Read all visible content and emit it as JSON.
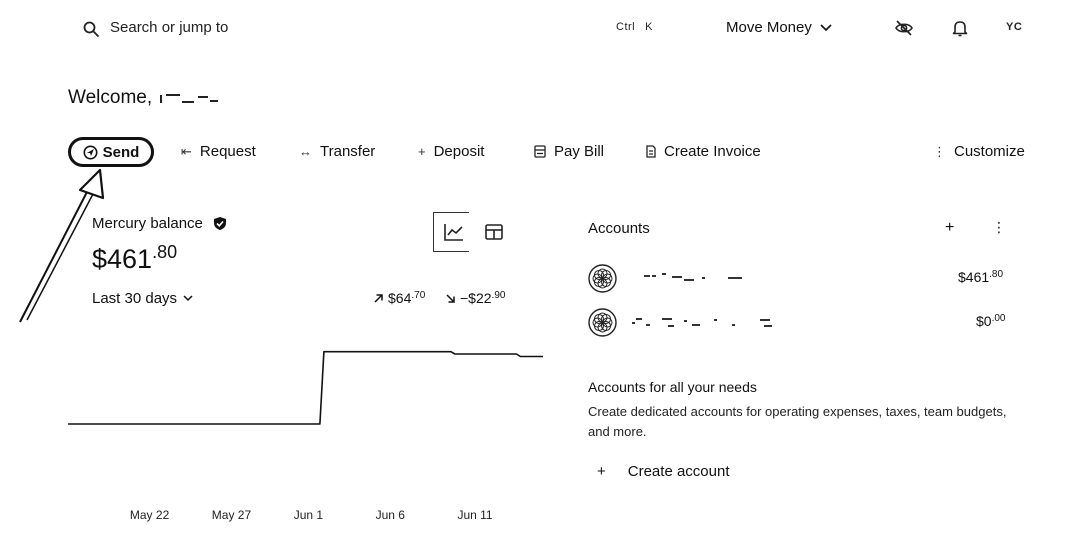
{
  "topbar": {
    "search_placeholder": "Search or jump to",
    "shortcut_ctrl": "Ctrl",
    "shortcut_key": "K",
    "move_money_label": "Move Money",
    "avatar_initials": "YC"
  },
  "welcome": {
    "greeting": "Welcome,"
  },
  "actions": {
    "send": "Send",
    "request": "Request",
    "transfer": "Transfer",
    "deposit": "Deposit",
    "pay_bill": "Pay Bill",
    "create_invoice": "Create Invoice",
    "customize": "Customize",
    "request_glyph": "⇤",
    "transfer_glyph": "↔",
    "deposit_glyph": "+",
    "customize_glyph": "⋮"
  },
  "balance": {
    "title": "Mercury balance",
    "amount_main": "$461",
    "amount_cents": ".80",
    "period": "Last 30 days",
    "inflow_main": "$64",
    "inflow_cents": ".70",
    "outflow_main": "−$22",
    "outflow_cents": ".90"
  },
  "chart_data": {
    "type": "line",
    "x": [
      "May 17",
      "May 22",
      "May 27",
      "Jun 1",
      "Jun 2",
      "Jun 6",
      "Jun 9",
      "Jun 10",
      "Jun 13",
      "Jun 14",
      "Jun 15"
    ],
    "values": [
      0,
      0,
      0,
      0,
      419.9,
      419.9,
      419.9,
      407,
      407,
      392,
      392
    ],
    "ticks": [
      "May 22",
      "May 27",
      "Jun 1",
      "Jun 6",
      "Jun 11"
    ],
    "grid": false
  },
  "accounts": {
    "title": "Accounts",
    "add_glyph": "+",
    "more_glyph": "⋮",
    "items": [
      {
        "balance_main": "$461",
        "balance_cents": ".80"
      },
      {
        "balance_main": "$0",
        "balance_cents": ".00"
      }
    ]
  },
  "cta": {
    "title": "Accounts for all your needs",
    "body": "Create dedicated accounts for operating expenses, taxes, team budgets, and more.",
    "button_glyph": "+",
    "button_label": "Create account"
  },
  "icons": {
    "search": "search-icon",
    "chevron": "chevron-down-icon",
    "eye": "eye-off-icon",
    "bell": "bell-icon",
    "verified": "shield-check-icon",
    "line_chart": "line-chart-icon",
    "table": "table-icon",
    "bill": "bill-icon",
    "invoice": "invoice-icon",
    "send": "send-icon",
    "arrow_up_right": "arrow-up-right-icon",
    "arrow_down_right": "arrow-down-right-icon",
    "account_logo": "account-logo-icon",
    "annotation": "annotation-arrow"
  }
}
